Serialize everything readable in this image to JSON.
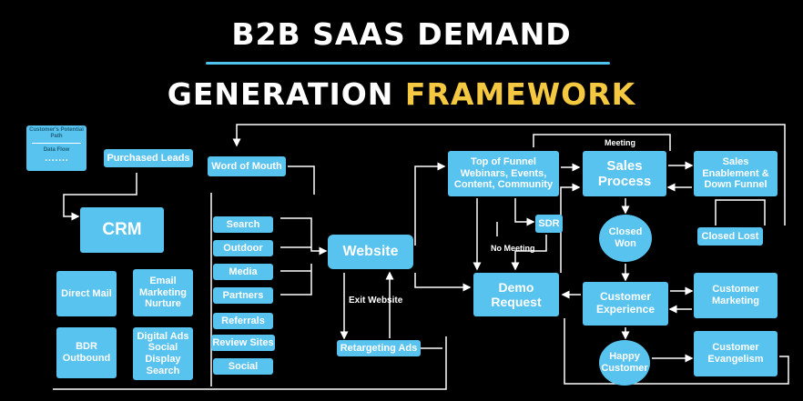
{
  "title": {
    "line1": "B2B SAAS DEMAND",
    "line2_main": "GENERATION ",
    "line2_highlight": "FRAMEWORK"
  },
  "legend": {
    "title": "Customer's Potential Path",
    "data_flow": "Data Flow",
    "dots": "• • • • • • •"
  },
  "nodes": {
    "purchased_leads": "Purchased Leads",
    "word_of_mouth": "Word of Mouth",
    "crm": "CRM",
    "direct_mail": "Direct Mail",
    "email_marketing": "Email\nMarketing\nNurture",
    "bdr_outbound": "BDR\nOutbound",
    "digital_ads": "Digital Ads\nSocial\nDisplay\nSearch",
    "search": "Search",
    "outdoor": "Outdoor",
    "media": "Media",
    "partners": "Partners",
    "referrals": "Referrals",
    "review_sites": "Review Sites",
    "social": "Social",
    "website": "Website",
    "retargeting_ads": "Retargeting Ads",
    "top_of_funnel": "Top of Funnel\nWebinars, Events,\nContent, Community",
    "sdr": "SDR",
    "demo_request": "Demo\nRequest",
    "sales_process": "Sales\nProcess",
    "sales_enablement": "Sales\nEnablement &\nDown Funnel",
    "closed_won": "Closed\nWon",
    "closed_lost": "Closed Lost",
    "customer_experience": "Customer\nExperience",
    "customer_marketing": "Customer\nMarketing",
    "happy_customer": "Happy\nCustomer",
    "customer_evangelism": "Customer\nEvangelism"
  },
  "labels": {
    "exit_website": "Exit Website",
    "no_meeting": "No Meeting",
    "meeting": "Meeting"
  },
  "colors": {
    "node": "#58c3ee",
    "accent_rule": "#4fc3ec",
    "highlight": "#f5c842",
    "background": "#000000"
  }
}
